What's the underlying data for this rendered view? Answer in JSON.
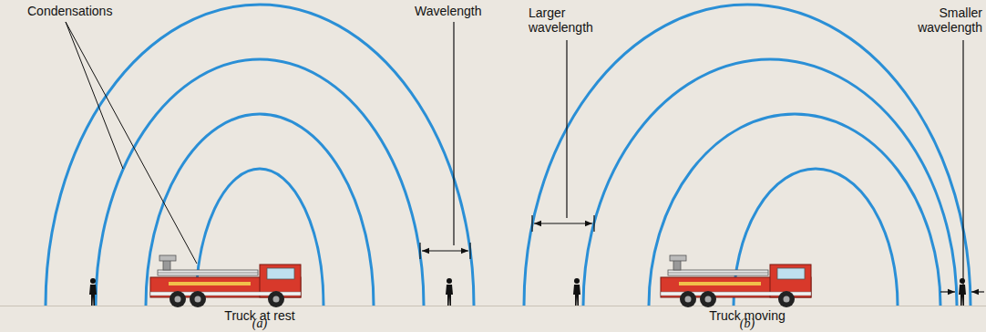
{
  "diagram": {
    "labels": [
      "Condensations",
      "Wavelength",
      "Truck at rest",
      "(a)",
      "Larger wavelength",
      "Smaller wavelength",
      "Truck moving",
      "(b)"
    ]
  }
}
